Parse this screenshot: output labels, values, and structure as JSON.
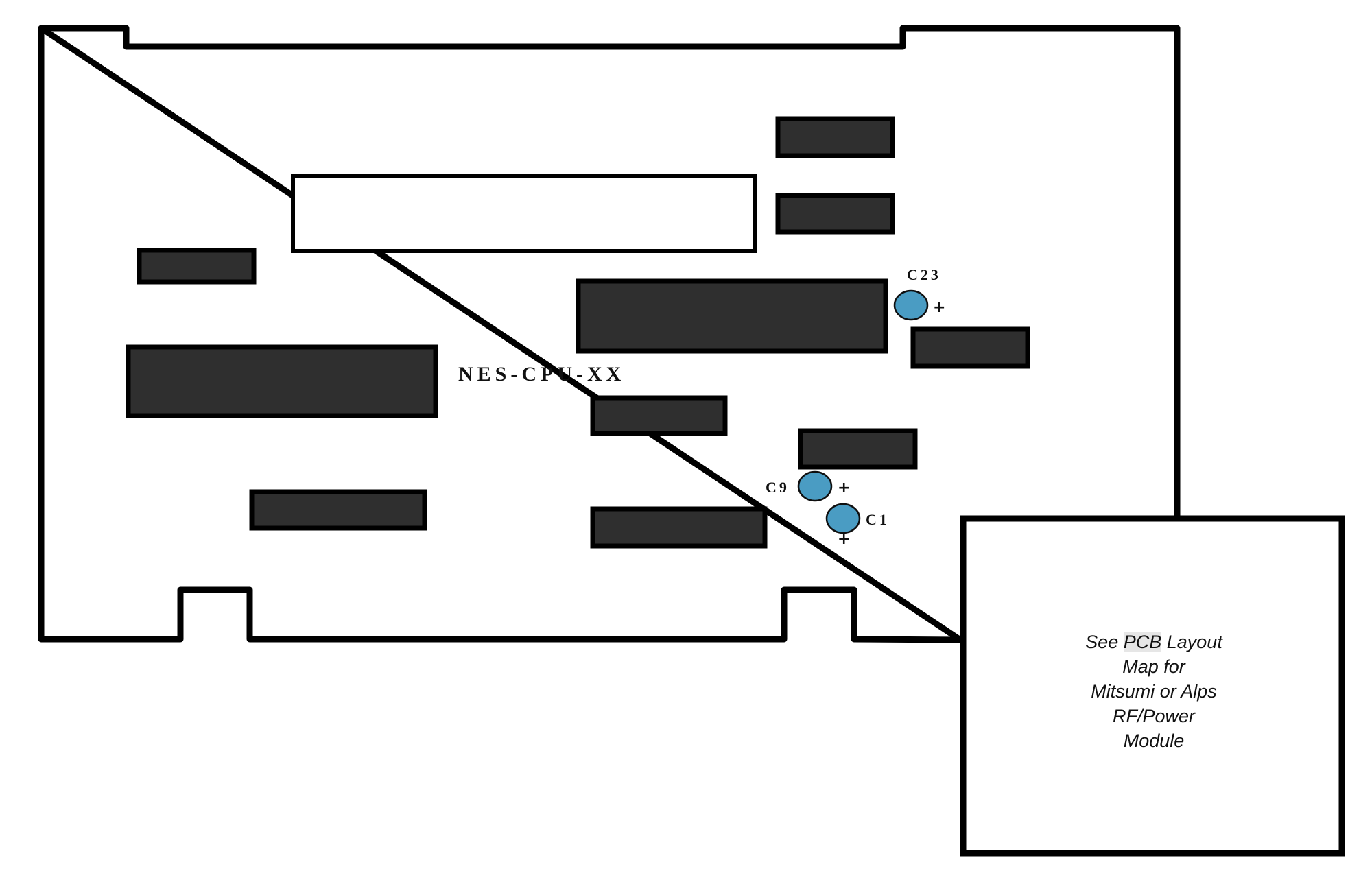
{
  "diagram": {
    "board_label": "NES-CPU-XX",
    "capacitors": [
      {
        "label": "C23",
        "polarity": "+",
        "fill": "#4a9cc3"
      },
      {
        "label": "C9",
        "polarity": "+",
        "fill": "#4a9cc3"
      },
      {
        "label": "C1",
        "polarity": "+",
        "fill": "#4a9cc3"
      }
    ],
    "module_note": {
      "line1_pre": "See ",
      "line1_highlight": "PCB",
      "line1_post": " Layout",
      "line2": "Map for",
      "line3": "Mitsumi or Alps",
      "line4": "RF/Power",
      "line5": "Module"
    },
    "colors": {
      "chip_fill": "#2f2f2f",
      "outline": "#000000",
      "capacitor": "#4a9cc3",
      "highlight": "#e6e6e6"
    }
  }
}
